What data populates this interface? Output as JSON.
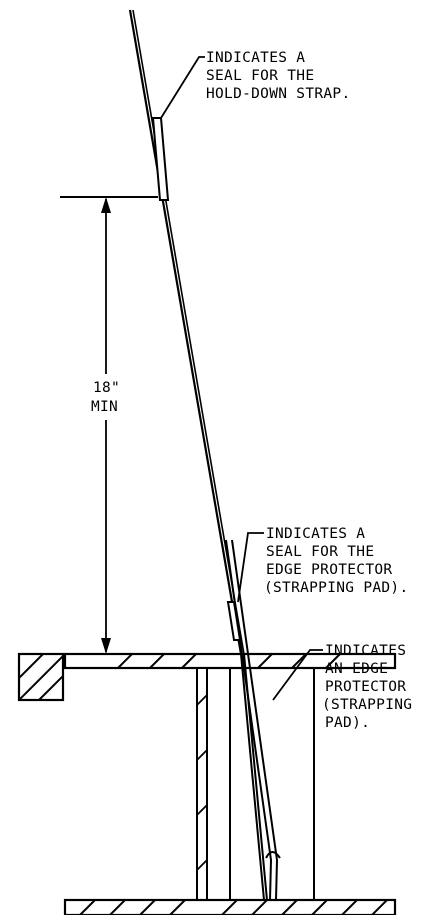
{
  "callouts": {
    "seal_hold_down": {
      "lines": [
        "INDICATES A",
        "SEAL FOR THE",
        "HOLD-DOWN STRAP."
      ]
    },
    "seal_edge_protector": {
      "lines": [
        "INDICATES A",
        "SEAL FOR THE",
        "EDGE PROTECTOR",
        "(STRAPPING PAD)."
      ]
    },
    "edge_protector": {
      "lines": [
        "INDICATES",
        "AN EDGE",
        "PROTECTOR",
        "(STRAPPING",
        "PAD)."
      ]
    }
  },
  "dimension": {
    "value": "18\"",
    "qualifier": "MIN"
  }
}
